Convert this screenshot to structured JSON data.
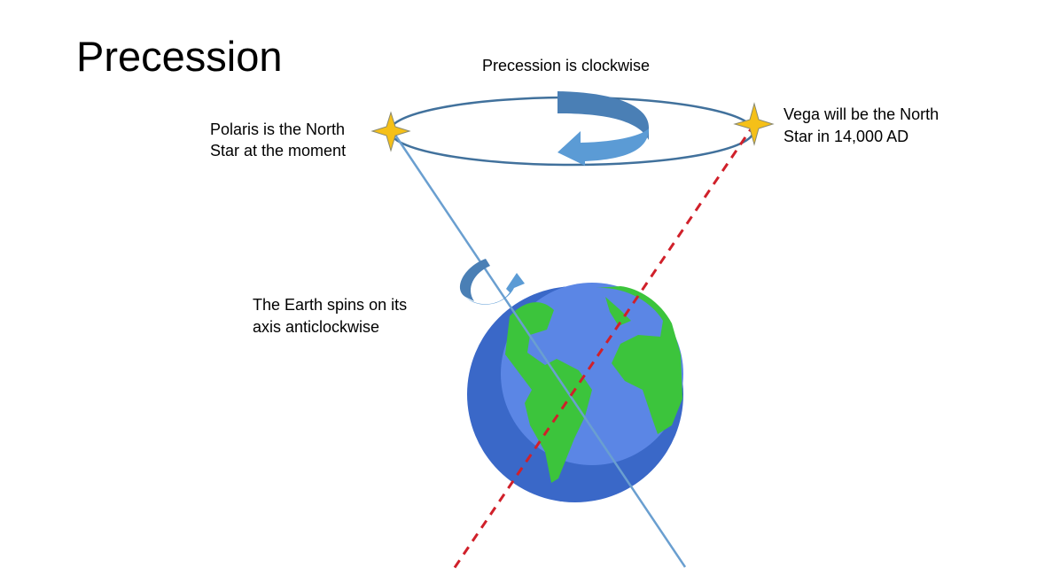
{
  "title": "Precession",
  "labels": {
    "precession": "Precession is clockwise",
    "polaris_line1": "Polaris is the North",
    "polaris_line2": "Star at the moment",
    "vega_line1": "Vega will be the North",
    "vega_line2": "Star in 14,000 AD",
    "spin_line1": "The Earth spins on its",
    "spin_line2": "axis anticlockwise"
  },
  "colors": {
    "ellipse": "#41719c",
    "axis": "#6a9fd0",
    "future_axis": "#d0202a",
    "star": "#f5c018",
    "ocean": "#5b86e5",
    "ocean_shadow": "#3a68c8",
    "land": "#3cc43c",
    "arrow_dark": "#4a7fb5",
    "arrow_light": "#5b9bd5"
  }
}
